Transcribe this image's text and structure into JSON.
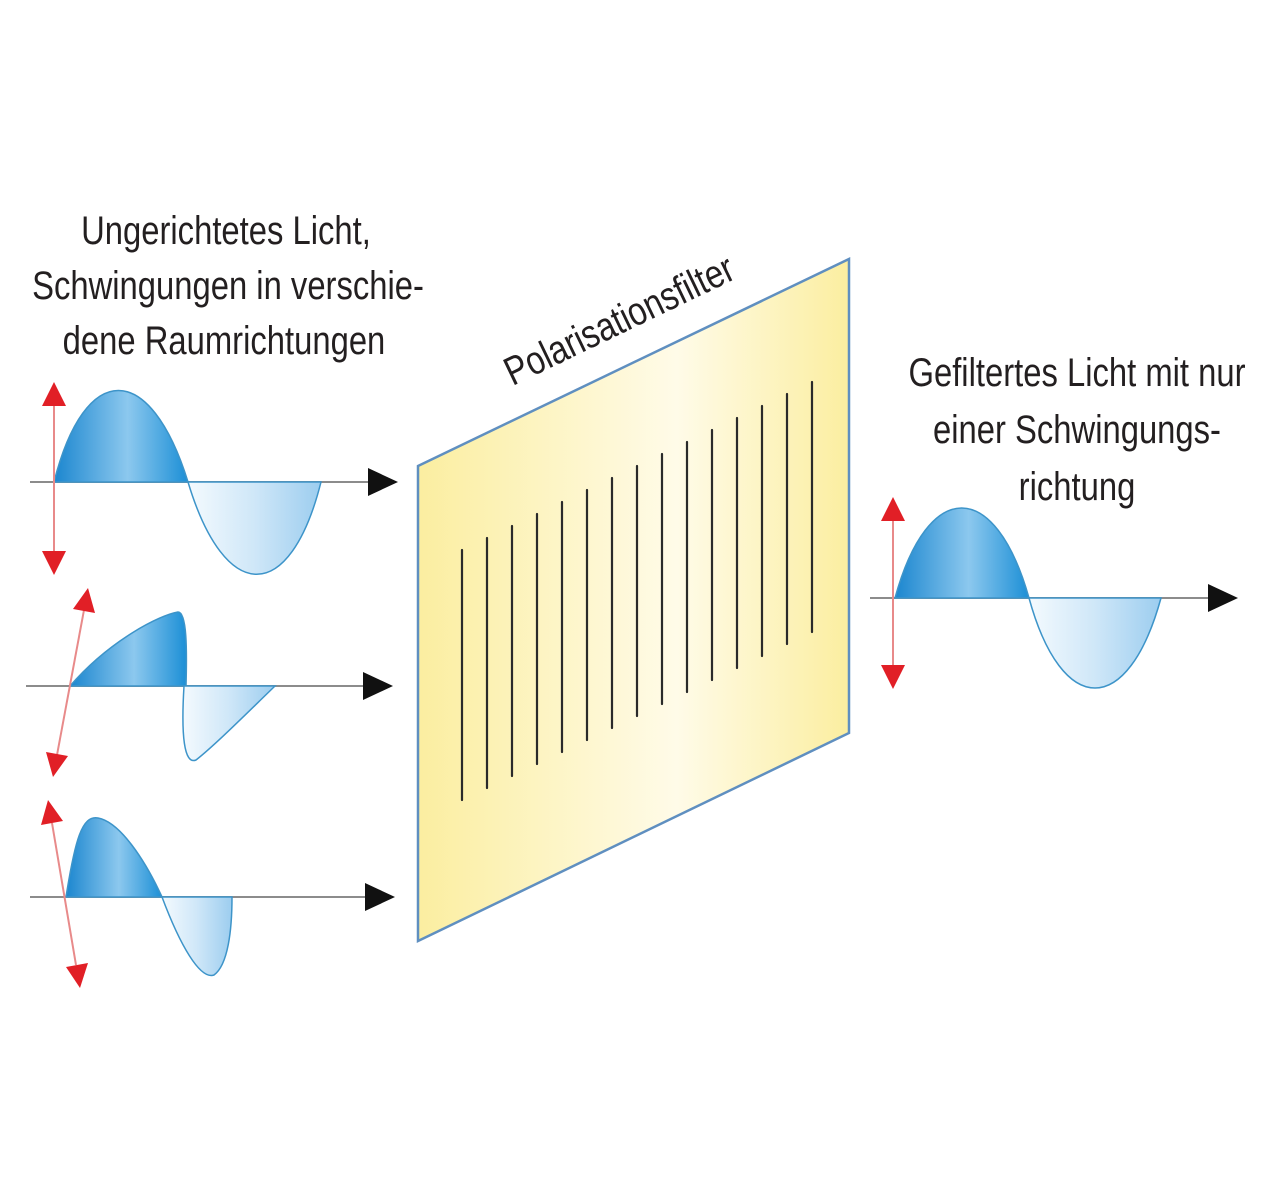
{
  "labels": {
    "unpolarized_line1": "Ungerichtetes Licht,",
    "unpolarized_line2": "Schwingungen in verschie-",
    "unpolarized_line3": "dene Raumrichtungen",
    "filter_title": "Polarisationsfilter",
    "filtered_line1": "Gefiltertes Licht mit nur",
    "filtered_line2": "einer Schwingungs-",
    "filtered_line3": "richtung"
  },
  "colors": {
    "wave_blue": "#1c8fd6",
    "wave_light": "#e6f3fc",
    "wave_outline": "#3d94c9",
    "arrow_red": "#e11f26",
    "axis_gray": "#8c8c8c",
    "arrowhead": "#111111",
    "filter_yellow": "#faeea0",
    "filter_edge": "#5f8fc0",
    "slit": "#2a2a2a",
    "text": "#231f20"
  }
}
